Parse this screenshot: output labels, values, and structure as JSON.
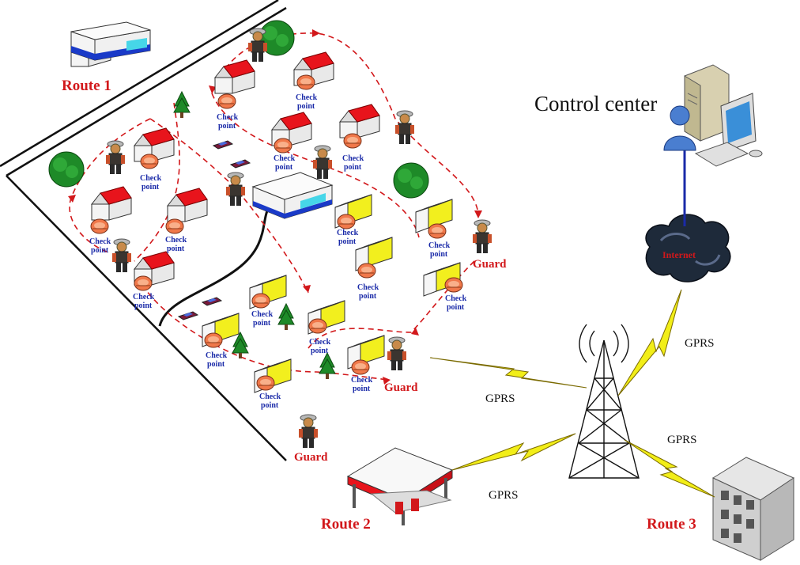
{
  "labels": {
    "route1": "Route  1",
    "route2": "Route  2",
    "route3": "Route  3",
    "guard": "Guard",
    "checkpoint_line1": "Check",
    "checkpoint_line2": "point",
    "gprs": "GPRS",
    "control_center": "Control center",
    "internet": "Internet"
  },
  "colors": {
    "route_path": "#d2181b",
    "label_red": "#d2181b",
    "checkpoint_blue": "#1a2aa8",
    "roof_red": "#e8141c",
    "yellow_wall": "#f2ef1e",
    "lightning": "#f2ee18",
    "link_blue": "#1a2aa8"
  },
  "icons": {
    "guard": "guard-icon",
    "checkpoint": "checkpoint-device-icon",
    "house": "house-icon",
    "tree": "tree-icon",
    "tower": "radio-tower-icon",
    "cloud": "internet-cloud-icon",
    "computer": "computer-icon",
    "user": "user-icon"
  }
}
